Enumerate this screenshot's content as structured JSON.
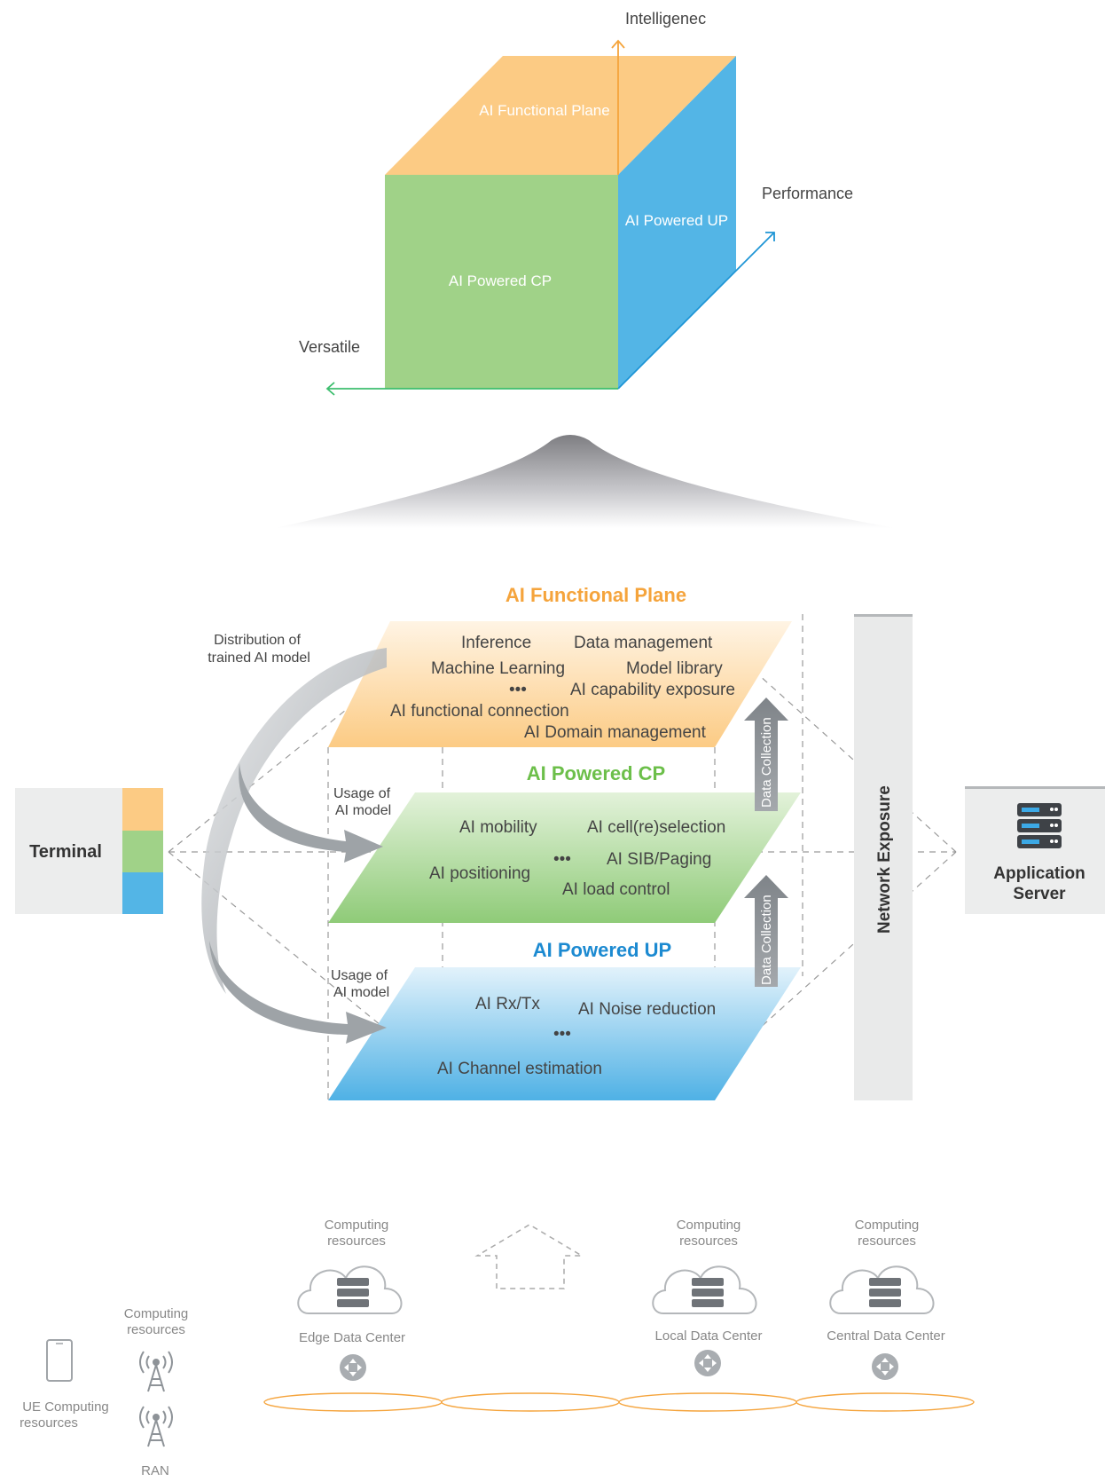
{
  "cube": {
    "top_face": "AI Functional Plane",
    "front_face": "AI Powered CP",
    "side_face": "AI Powered UP",
    "axis_up": "Intelligenec",
    "axis_right": "Performance",
    "axis_left": "Versatile"
  },
  "colors": {
    "functional": "#FCCB84",
    "cp": "#A0D288",
    "up": "#53B5E6",
    "functional_title": "#F5A43C",
    "cp_title": "#6CBF4A",
    "up_title": "#1C8AD1",
    "orange_axis": "#F5A43C",
    "green_axis": "#3DBE6E",
    "blue_axis": "#1E95D5"
  },
  "planes": {
    "functional": {
      "title": "AI Functional Plane",
      "items": [
        "Inference",
        "Data management",
        "Machine Learning",
        "Model library",
        "•••",
        "AI capability exposure",
        "AI functional connection",
        "AI Domain management"
      ]
    },
    "cp": {
      "title": "AI Powered CP",
      "items": [
        "AI mobility",
        "AI cell(re)selection",
        "AI SIB/Paging",
        "•••",
        "AI positioning",
        "AI load control"
      ]
    },
    "up": {
      "title": "AI Powered UP",
      "items": [
        "AI Rx/Tx",
        "AI Noise reduction",
        "•••",
        "AI Channel estimation"
      ]
    }
  },
  "arrows": {
    "distribution": [
      "Distribution of",
      "trained AI model"
    ],
    "usage_cp": [
      "Usage of",
      "AI model"
    ],
    "usage_up": [
      "Usage of",
      "AI model"
    ],
    "data_collection": "Data Collection"
  },
  "sides": {
    "terminal": "Terminal",
    "network_exposure": "Network Exposure",
    "application_server": [
      "Application",
      "Server"
    ]
  },
  "infrastructure": {
    "computing": [
      "Computing",
      "resources"
    ],
    "edge": "Edge Data Center",
    "local": "Local Data Center",
    "central": "Central Data Center",
    "ue": [
      "UE Computing",
      "resources"
    ],
    "ran": "RAN",
    "icons": [
      "phone-icon",
      "antenna-icon",
      "cloud-server-icon",
      "router-icon",
      "server-icon"
    ]
  }
}
